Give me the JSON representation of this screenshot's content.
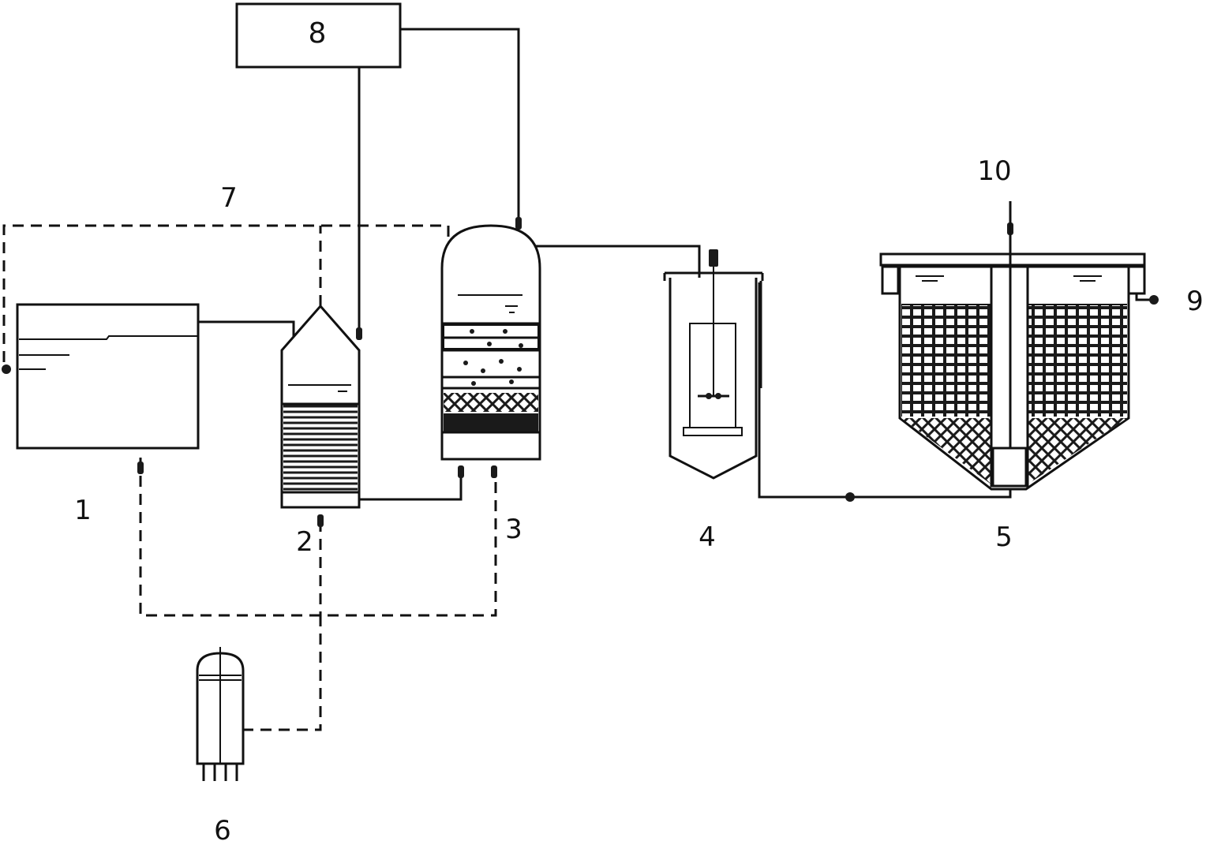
{
  "labels": {
    "unit_1": "1",
    "unit_2": "2",
    "unit_3": "3",
    "unit_4": "4",
    "unit_5": "5",
    "unit_6": "6",
    "line_7": "7",
    "unit_8": "8",
    "outlet_9": "9",
    "shaft_10": "10"
  }
}
